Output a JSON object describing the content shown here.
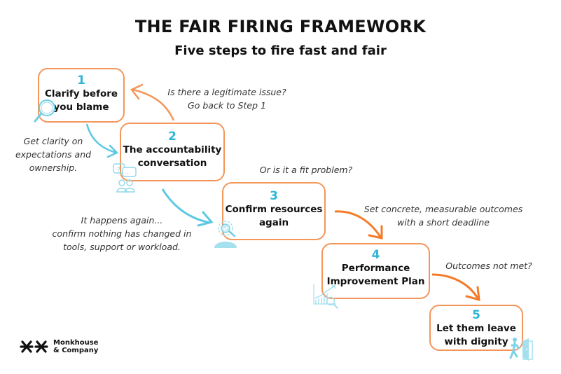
{
  "header": {
    "title": "THE FAIR FIRING FRAMEWORK",
    "subtitle": "Five steps to fire fast and fair"
  },
  "steps": [
    {
      "number": "1",
      "label_lines": [
        "Clarify before",
        "you blame"
      ],
      "icon": "magnifier-icon"
    },
    {
      "number": "2",
      "label_lines": [
        "The accountability",
        "conversation"
      ],
      "icon": "conversation-people-icon"
    },
    {
      "number": "3",
      "label_lines": [
        "Confirm resources",
        "again"
      ],
      "icon": "person-search-gear-icon"
    },
    {
      "number": "4",
      "label_lines": [
        "Performance",
        "Improvement Plan"
      ],
      "icon": "chart-magnifier-icon"
    },
    {
      "number": "5",
      "label_lines": [
        "Let them leave",
        "with dignity"
      ],
      "icon": "person-exit-door-icon"
    }
  ],
  "notes": {
    "back_to_step1": [
      "Is there a legitimate issue?",
      "Go back to Step 1"
    ],
    "step1_to_2": [
      "Get clarity on",
      "expectations and",
      "ownership."
    ],
    "fit_problem": [
      "Or is it a fit problem?"
    ],
    "step2_to_3": [
      "It happens again...",
      "confirm nothing has changed in",
      "tools, support or workload."
    ],
    "step3_to_4": [
      "Set concrete, measurable outcomes",
      "with a short deadline"
    ],
    "step4_to_5": [
      "Outcomes not met?"
    ]
  },
  "logo": {
    "line1": "Monkhouse",
    "line2": "& Company"
  },
  "colors": {
    "box_border": "#f4965a",
    "step_number": "#2fb5d6",
    "arrow_blue": "#5ec8e2",
    "arrow_orange": "#f47b2a",
    "arrow_orange_light": "#f4965a"
  }
}
